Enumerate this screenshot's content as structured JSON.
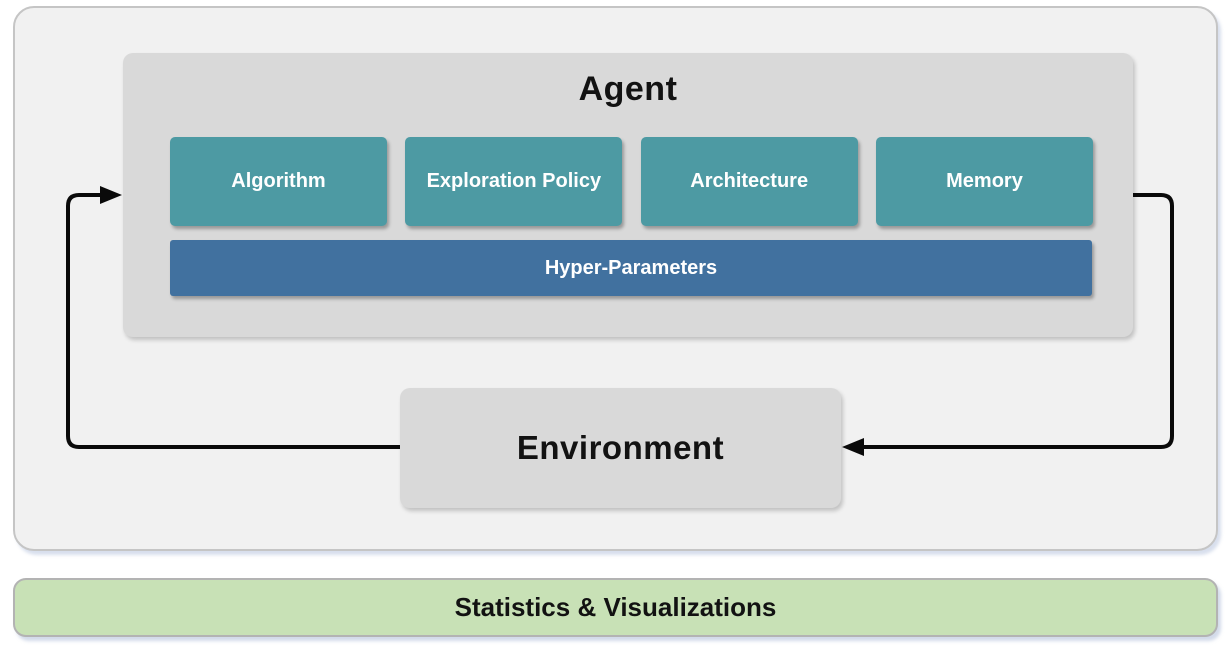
{
  "colors": {
    "outer_bg": "#f1f1f1",
    "outer_border": "#c5c5c5",
    "panel_gray": "#d9d9d9",
    "module_teal": "#4d9aa3",
    "hyper_blue": "#41719f",
    "stats_green": "#c8e1b6",
    "stats_border": "#b3b3b3",
    "arrow_black": "#0a0a0a",
    "text_dark": "#121212",
    "text_light": "#ffffff"
  },
  "agent": {
    "title": "Agent",
    "modules": [
      {
        "label": "Algorithm"
      },
      {
        "label": "Exploration Policy"
      },
      {
        "label": "Architecture"
      },
      {
        "label": "Memory"
      }
    ],
    "hyper_parameters_label": "Hyper-Parameters"
  },
  "environment": {
    "title": "Environment"
  },
  "footer": {
    "label": "Statistics & Visualizations"
  }
}
